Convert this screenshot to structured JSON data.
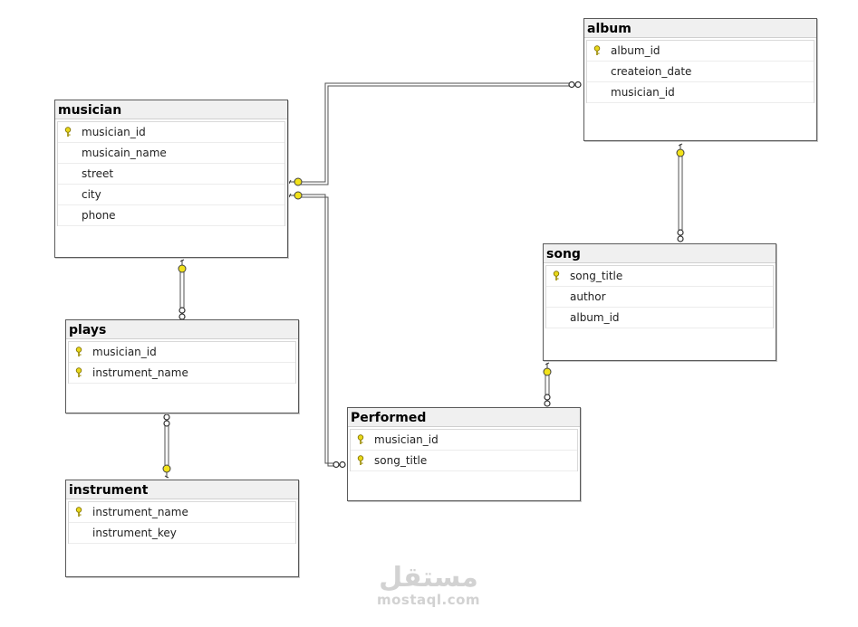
{
  "tables": {
    "musician": {
      "title": "musician",
      "columns": [
        {
          "name": "musician_id",
          "key": true
        },
        {
          "name": "musicain_name",
          "key": false
        },
        {
          "name": "street",
          "key": false
        },
        {
          "name": "city",
          "key": false
        },
        {
          "name": "phone",
          "key": false
        }
      ]
    },
    "album": {
      "title": "album",
      "columns": [
        {
          "name": "album_id",
          "key": true
        },
        {
          "name": "createion_date",
          "key": false
        },
        {
          "name": "musician_id",
          "key": false
        }
      ]
    },
    "song": {
      "title": "song",
      "columns": [
        {
          "name": "song_title",
          "key": true
        },
        {
          "name": "author",
          "key": false
        },
        {
          "name": "album_id",
          "key": false
        }
      ]
    },
    "plays": {
      "title": "plays",
      "columns": [
        {
          "name": "musician_id",
          "key": true
        },
        {
          "name": "instrument_name",
          "key": true
        }
      ]
    },
    "performed": {
      "title": "Performed",
      "columns": [
        {
          "name": "musician_id",
          "key": true
        },
        {
          "name": "song_title",
          "key": true
        }
      ]
    },
    "instrument": {
      "title": "instrument",
      "columns": [
        {
          "name": "instrument_name",
          "key": true
        },
        {
          "name": "instrument_key",
          "key": false
        }
      ]
    }
  },
  "relationships": [
    {
      "from": "musician",
      "to": "album"
    },
    {
      "from": "musician",
      "to": "plays"
    },
    {
      "from": "instrument",
      "to": "plays"
    },
    {
      "from": "musician",
      "to": "performed"
    },
    {
      "from": "album",
      "to": "song"
    },
    {
      "from": "song",
      "to": "performed"
    }
  ],
  "watermark": {
    "arabic": "مستقل",
    "latin": "mostaql.com"
  },
  "colors": {
    "key": "#e8d81a",
    "connector": "#404040",
    "border": "#5a5a5a"
  }
}
